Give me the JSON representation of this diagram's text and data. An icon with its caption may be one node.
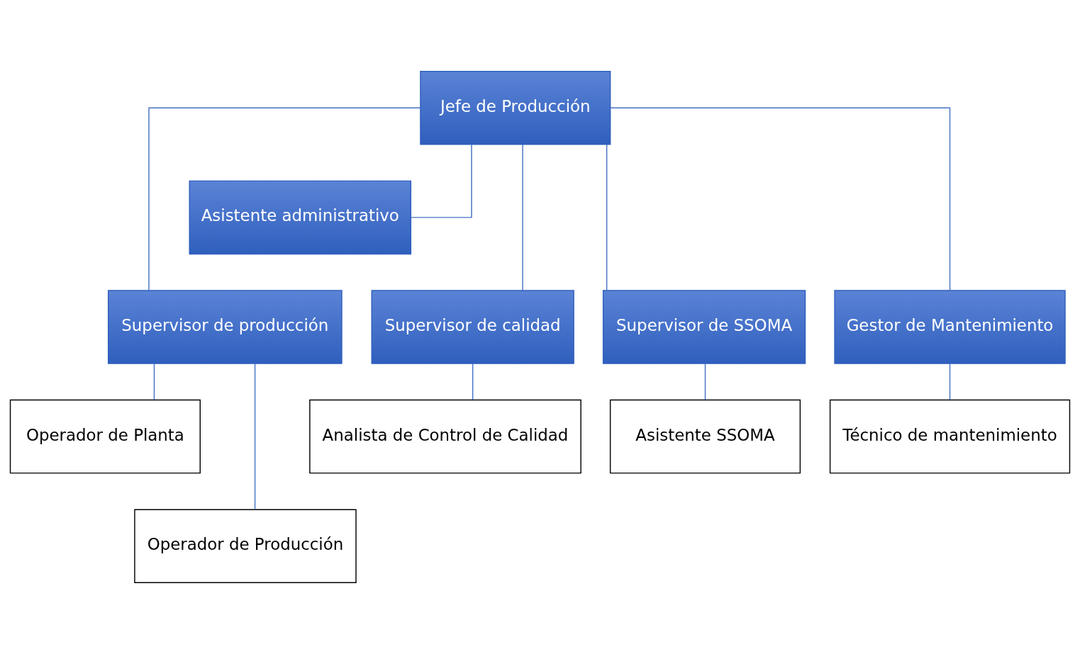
{
  "diagram": {
    "nodes": [
      {
        "text": [
          "Jefe de Producción"
        ]
      },
      {
        "text": [
          "Asistente administrativo"
        ]
      },
      {
        "text": [
          "Supervisor de producción"
        ]
      },
      {
        "text": [
          "Supervisor de calidad"
        ]
      },
      {
        "text": [
          "Supervisor de SSOMA"
        ]
      },
      {
        "text": [
          "Gestor de Mantenimiento"
        ]
      },
      {
        "text": [
          "Operador de Planta"
        ]
      },
      {
        "text": [
          "Operador de Producción"
        ]
      },
      {
        "text": [
          "Analista de Control de Calidad"
        ]
      },
      {
        "text": [
          "Asistente SSOMA"
        ]
      },
      {
        "text": [
          "Técnico de mantenimiento"
        ]
      }
    ],
    "edges": [
      {
        "from": 0,
        "to": 1,
        "arrow": "none"
      },
      {
        "from": 0,
        "to": 2,
        "arrow": "none"
      },
      {
        "from": 0,
        "to": 3,
        "arrow": "none"
      },
      {
        "from": 0,
        "to": 4,
        "arrow": "none"
      },
      {
        "from": 0,
        "to": 5,
        "arrow": "none"
      },
      {
        "from": 2,
        "to": 6,
        "arrow": "none"
      },
      {
        "from": 2,
        "to": 7,
        "arrow": "none"
      },
      {
        "from": 3,
        "to": 8,
        "arrow": "none"
      },
      {
        "from": 4,
        "to": 9,
        "arrow": "none"
      },
      {
        "from": 5,
        "to": 10,
        "arrow": "none"
      }
    ]
  }
}
